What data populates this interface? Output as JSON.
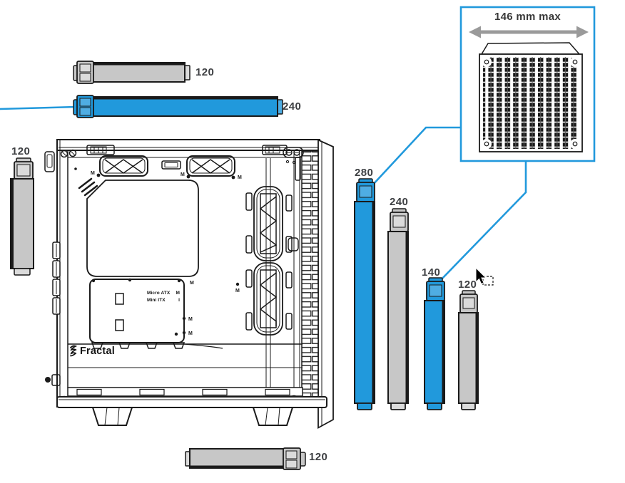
{
  "palette": {
    "accent_blue": "#2199DC",
    "radiator_gray": "#C7C7C7",
    "radiator_gray_light": "#DBDBDB",
    "radiator_blue_light": "#4FADE3",
    "line_color": "#1A1A1A",
    "arrow_gray": "#9A9A9A",
    "label_color": "#3E4043"
  },
  "inset": {
    "dimension": "146 mm max"
  },
  "case": {
    "brand": "Fractal",
    "marker": "M",
    "standoff_rows": [
      {
        "name": "Micro ATX",
        "key": "M"
      },
      {
        "name": "Mini ITX",
        "key": "I"
      }
    ]
  },
  "labels": {
    "top_120": "120",
    "top_240": "240",
    "front_120": "120",
    "right_280": "280",
    "right_240": "240",
    "right_140": "140",
    "right_120": "120",
    "bottom_120": "120"
  }
}
